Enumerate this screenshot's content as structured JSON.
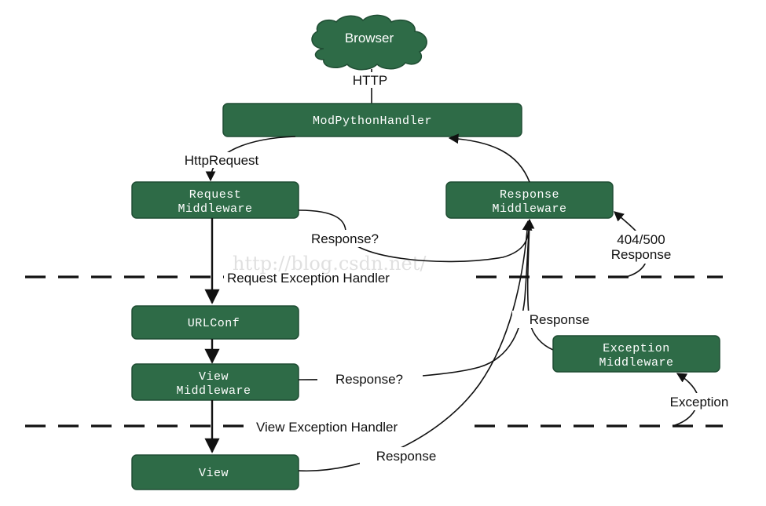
{
  "nodes": {
    "browser": "Browser",
    "modpython": "ModPythonHandler",
    "request_mw": [
      "Request",
      "Middleware"
    ],
    "response_mw": [
      "Response",
      "Middleware"
    ],
    "urlconf": "URLConf",
    "view_mw": [
      "View",
      "Middleware"
    ],
    "view": "View",
    "exception_mw": [
      "Exception",
      "Middleware"
    ]
  },
  "edges": {
    "http": "HTTP",
    "httprequest": "HttpRequest",
    "response_q1": "Response?",
    "response_q2": "Response?",
    "error_response": [
      "404/500",
      "Response"
    ],
    "response_mid": "Response",
    "response_view": "Response",
    "exception": "Exception"
  },
  "zones": {
    "request_exception": "Request Exception Handler",
    "view_exception": "View Exception Handler"
  },
  "watermark": "http://blog.csdn.net/",
  "colors": {
    "node_fill": "#2e6b47",
    "node_border": "#1f4d33",
    "cloud_fill": "#2e6b47",
    "line": "#111111"
  }
}
